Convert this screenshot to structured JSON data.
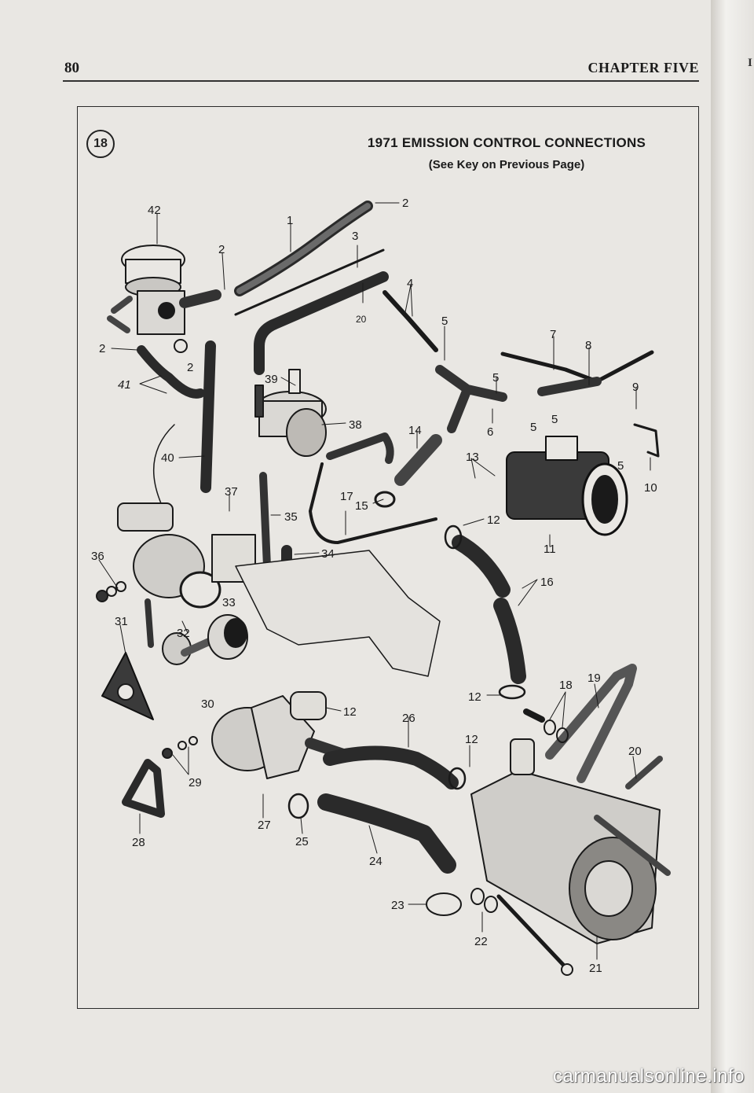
{
  "header": {
    "page_number": "80",
    "chapter": "CHAPTER FIVE",
    "edge_letter": "I"
  },
  "figure": {
    "number": "18",
    "title": "1971 EMISSION CONTROL CONNECTIONS",
    "subtitle": "(See Key on Previous Page)",
    "callouts": {
      "c42": "42",
      "c1": "1",
      "c2a": "2",
      "c2b": "2",
      "c3": "3",
      "c20a": "20",
      "c4": "4",
      "c5a": "5",
      "c2c": "2",
      "c2d": "2",
      "c41": "41",
      "c7": "7",
      "c8": "8",
      "c39": "39",
      "c5b": "5",
      "c9": "9",
      "c38": "38",
      "c14": "14",
      "c6": "6",
      "c5c": "5",
      "c5d": "5",
      "c40": "40",
      "c13": "13",
      "c5e": "5",
      "c10": "10",
      "c37": "37",
      "c17": "17",
      "c15": "15",
      "c35": "35",
      "c12a": "12",
      "c36": "36",
      "c34": "34",
      "c11": "11",
      "c16": "16",
      "c33": "33",
      "c31": "31",
      "c32": "32",
      "c30": "30",
      "c19": "19",
      "c18": "18",
      "c12b": "12",
      "c12c": "12",
      "c26": "26",
      "c12d": "12",
      "c20b": "20",
      "c29": "29",
      "c27": "27",
      "c25": "25",
      "c28": "28",
      "c24": "24",
      "c23": "23",
      "c22": "22",
      "c21": "21"
    }
  },
  "watermark": "carmanualsonline.info"
}
